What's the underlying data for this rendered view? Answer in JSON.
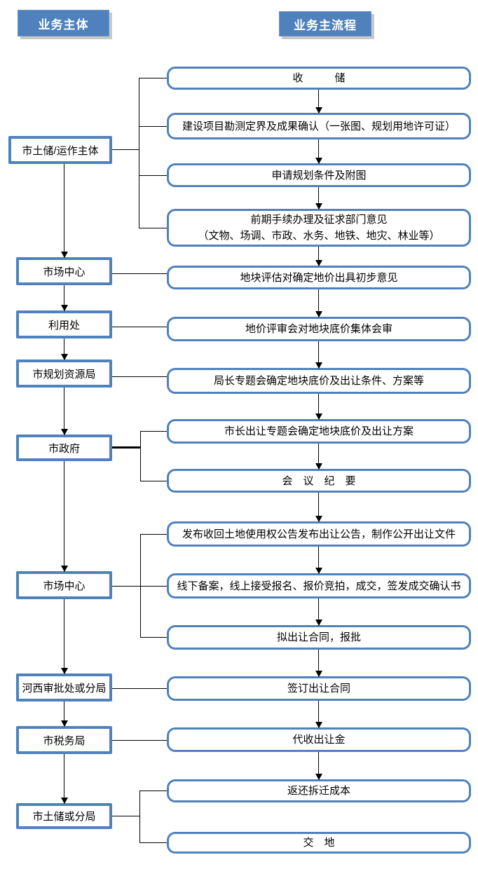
{
  "headers": {
    "left": "业务主体",
    "right": "业务主流程"
  },
  "entities": [
    {
      "label": "市土储/运作主体"
    },
    {
      "label": "市场中心"
    },
    {
      "label": "利用处"
    },
    {
      "label": "市规划资源局"
    },
    {
      "label": "市政府"
    },
    {
      "label": "市场中心"
    },
    {
      "label": "河西审批处或分局"
    },
    {
      "label": "市税务局"
    },
    {
      "label": "市土储或分局"
    }
  ],
  "steps": [
    {
      "label": "收　　　储"
    },
    {
      "label": "建设项目勘测定界及成果确认（一张图、规划用地许可证）"
    },
    {
      "label": "申请规划条件及附图"
    },
    {
      "lines": [
        "前期手续办理及征求部门意见",
        "（文物、场调、市政、水务、地铁、地灾、林业等）"
      ]
    },
    {
      "label": "地块评估对确定地价出具初步意见"
    },
    {
      "label": "地价评审会对地块底价集体会审"
    },
    {
      "label": "局长专题会确定地块底价及出让条件、方案等"
    },
    {
      "label": "市长出让专题会确定地块底价及出让方案"
    },
    {
      "label": "会　议　纪　要"
    },
    {
      "label": "发布收回土地使用权公告发布出让公告，制作公开出让文件"
    },
    {
      "label": "线下备案，线上接受报名、报价竞拍，成交，签发成交确认书"
    },
    {
      "label": "拟出让合同，报批"
    },
    {
      "label": "签订出让合同"
    },
    {
      "label": "代收出让金"
    },
    {
      "label": "返还拆迁成本"
    },
    {
      "label": "交　地"
    }
  ],
  "colors": {
    "accent_blue": "#4f81bd",
    "line_black": "#000000",
    "header_text": "#ffffff",
    "shadow_gray": "#c9c9c9",
    "background": "#ffffff"
  }
}
